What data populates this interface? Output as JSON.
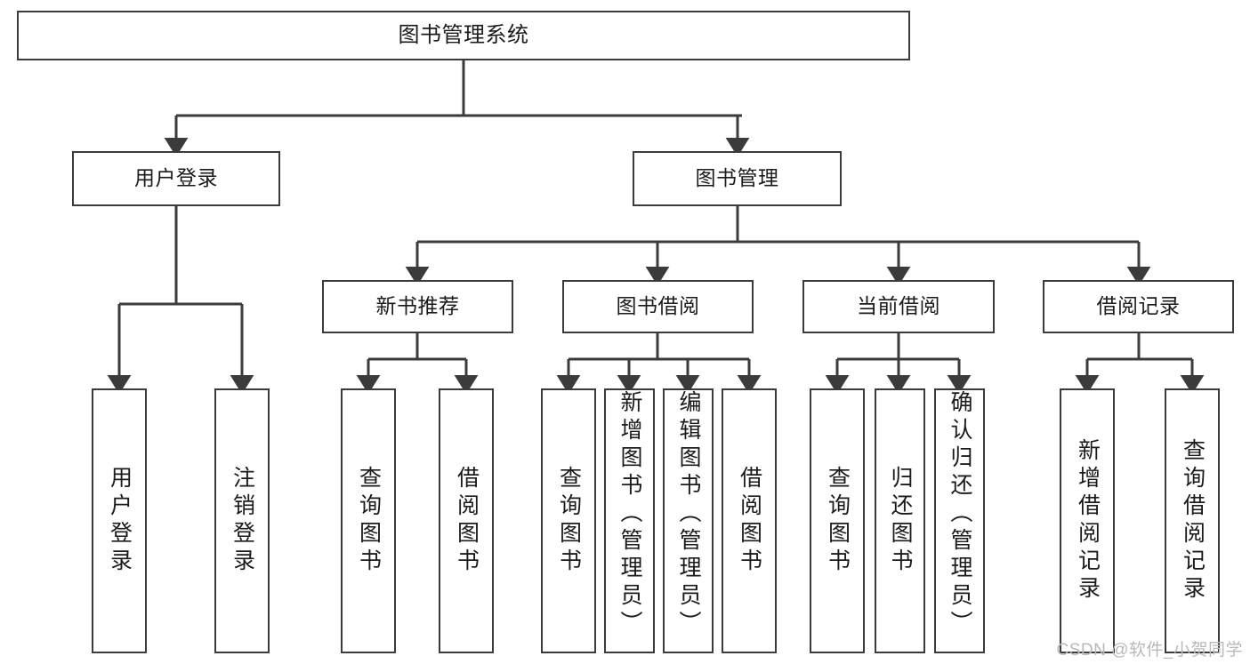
{
  "diagram": {
    "title": "图书管理系统",
    "type": "tree-hierarchy-diagram",
    "level2": [
      {
        "label": "用户登录"
      },
      {
        "label": "图书管理"
      }
    ],
    "level3": [
      {
        "label": "新书推荐"
      },
      {
        "label": "图书借阅"
      },
      {
        "label": "当前借阅"
      },
      {
        "label": "借阅记录"
      }
    ],
    "leaves": {
      "user_login": [
        {
          "label": "用户登录"
        },
        {
          "label": "注销登录"
        }
      ],
      "new_book_recommend": [
        {
          "label": "查询图书"
        },
        {
          "label": "借阅图书"
        }
      ],
      "book_borrow": [
        {
          "label": "查询图书"
        },
        {
          "label": "新增图书（管理员）"
        },
        {
          "label": "编辑图书（管理员）"
        },
        {
          "label": "借阅图书"
        }
      ],
      "current_borrow": [
        {
          "label": "查询图书"
        },
        {
          "label": "归还图书"
        },
        {
          "label": "确认归还（管理员）"
        }
      ],
      "borrow_records": [
        {
          "label": "新增借阅记录"
        },
        {
          "label": "查询借阅记录"
        }
      ]
    }
  },
  "watermark": {
    "text": "CSDN @软件_小贺同学"
  },
  "colors": {
    "stroke": "#3b3b3b",
    "text": "#1b1b1b",
    "background": "#ffffff",
    "watermark": "#b9b9b9"
  }
}
